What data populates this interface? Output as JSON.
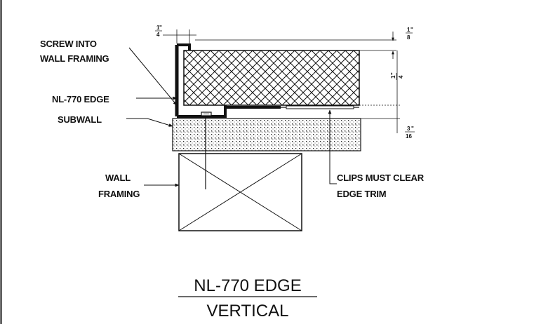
{
  "labels": {
    "screw_line1": "SCREW INTO",
    "screw_line2": "WALL FRAMING",
    "edge": "NL-770 EDGE",
    "subwall": "SUBWALL",
    "framing_line1": "WALL",
    "framing_line2": "FRAMING",
    "clips_line1": "CLIPS MUST CLEAR",
    "clips_line2": "EDGE TRIM"
  },
  "dimensions": {
    "top_left": {
      "num": "1",
      "den": "4",
      "unit": "\""
    },
    "top_right": {
      "num": "1",
      "den": "8",
      "unit": "\""
    },
    "right_mid": {
      "num": "1",
      "den": "4",
      "unit": "\""
    },
    "right_low": {
      "num": "3",
      "den": "16",
      "unit": "\""
    }
  },
  "title": {
    "line1": "NL-770 EDGE",
    "line2": "VERTICAL"
  },
  "colors": {
    "ink": "#111111",
    "background": "#ffffff"
  }
}
